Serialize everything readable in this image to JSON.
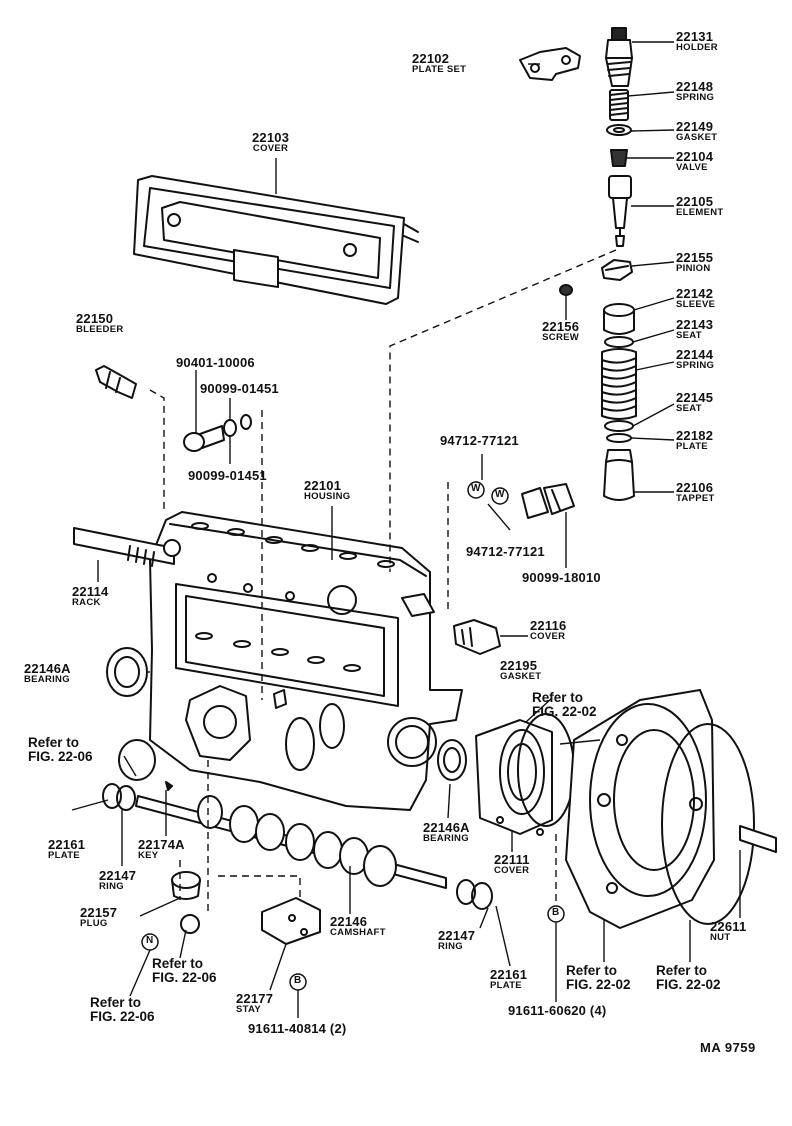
{
  "callouts": [
    {
      "id": "22131",
      "num": "22131",
      "name": "HOLDER"
    },
    {
      "id": "22148",
      "num": "22148",
      "name": "SPRING"
    },
    {
      "id": "22149",
      "num": "22149",
      "name": "GASKET"
    },
    {
      "id": "22104",
      "num": "22104",
      "name": "VALVE"
    },
    {
      "id": "22105",
      "num": "22105",
      "name": "ELEMENT"
    },
    {
      "id": "22155",
      "num": "22155",
      "name": "PINION"
    },
    {
      "id": "22142",
      "num": "22142",
      "name": "SLEEVE"
    },
    {
      "id": "22143",
      "num": "22143",
      "name": "SEAT"
    },
    {
      "id": "22144",
      "num": "22144",
      "name": "SPRING"
    },
    {
      "id": "22145",
      "num": "22145",
      "name": "SEAT"
    },
    {
      "id": "22182",
      "num": "22182",
      "name": "PLATE"
    },
    {
      "id": "22106",
      "num": "22106",
      "name": "TAPPET"
    },
    {
      "id": "22156",
      "num": "22156",
      "name": "SCREW"
    },
    {
      "id": "22102",
      "num": "22102",
      "name": "PLATE SET"
    },
    {
      "id": "22103",
      "num": "22103",
      "name": "COVER"
    },
    {
      "id": "22150",
      "num": "22150",
      "name": "BLEEDER"
    },
    {
      "id": "22101",
      "num": "22101",
      "name": "HOUSING"
    },
    {
      "id": "22114",
      "num": "22114",
      "name": "RACK"
    },
    {
      "id": "22116",
      "num": "22116",
      "name": "COVER"
    },
    {
      "id": "22195",
      "num": "22195",
      "name": "GASKET"
    },
    {
      "id": "22146A_l",
      "num": "22146A",
      "name": "BEARING"
    },
    {
      "id": "22146A_r",
      "num": "22146A",
      "name": "BEARING"
    },
    {
      "id": "22161_l",
      "num": "22161",
      "name": "PLATE"
    },
    {
      "id": "22161_r",
      "num": "22161",
      "name": "PLATE"
    },
    {
      "id": "22174A",
      "num": "22174A",
      "name": "KEY"
    },
    {
      "id": "22147_l",
      "num": "22147",
      "name": "RING"
    },
    {
      "id": "22147_r",
      "num": "22147",
      "name": "RING"
    },
    {
      "id": "22157",
      "num": "22157",
      "name": "PLUG"
    },
    {
      "id": "22146",
      "num": "22146",
      "name": "CAMSHAFT"
    },
    {
      "id": "22111",
      "num": "22111",
      "name": "COVER"
    },
    {
      "id": "22177",
      "num": "22177",
      "name": "STAY"
    },
    {
      "id": "22611",
      "num": "22611",
      "name": "NUT"
    }
  ],
  "std_parts": {
    "p1": "90401-10006",
    "p2": "90099-01451",
    "p3": "90099-01451",
    "p4": "94712-77121",
    "p5": "94712-77121",
    "p6": "90099-18010",
    "p7": "91611-40814 (2)",
    "p8": "91611-60620 (4)"
  },
  "refs": {
    "r1": [
      "Refer to",
      "FIG. 22-06"
    ],
    "r2": [
      "Refer to",
      "FIG. 22-02"
    ],
    "r3": [
      "Refer to",
      "FIG. 22-06"
    ],
    "r4": [
      "Refer to",
      "FIG. 22-06"
    ],
    "r5": [
      "Refer to",
      "FIG. 22-02"
    ],
    "r6": [
      "Refer to",
      "FIG. 22-02"
    ]
  },
  "marks": {
    "w": "W",
    "n": "N",
    "b": "B"
  },
  "diagram_code": "MA  9759"
}
